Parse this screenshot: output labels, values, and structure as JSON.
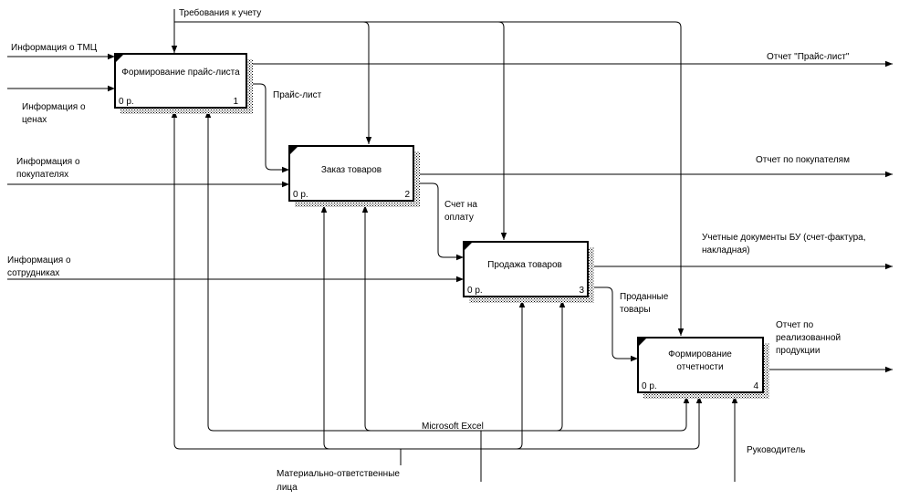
{
  "boxes": [
    {
      "title": "Формирование прайс-листа",
      "cost": "0 р.",
      "num": "1"
    },
    {
      "title": "Заказ товаров",
      "cost": "0 р.",
      "num": "2"
    },
    {
      "title": "Продажа товаров",
      "cost": "0 р.",
      "num": "3"
    },
    {
      "title_line1": "Формирование",
      "title_line2": "отчетности",
      "cost": "0 р.",
      "num": "4"
    }
  ],
  "inputs": {
    "tmc": "Информация о ТМЦ",
    "prices_line1": "Информация о",
    "prices_line2": "ценах",
    "buyers_line1": "Информация о",
    "buyers_line2": "покупателях",
    "staff_line1": "Информация о",
    "staff_line2": "сотрудниках"
  },
  "controls": {
    "accounting": "Требования к учету"
  },
  "flows": {
    "price_list": "Прайс-лист",
    "invoice_line1": "Счет на",
    "invoice_line2": "оплату",
    "sold_line1": "Проданные",
    "sold_line2": "товары"
  },
  "outputs": {
    "price_report": "Отчет \"Прайс-лист\"",
    "buyers_report": "Отчет по покупателям",
    "docs_line1": "Учетные документы БУ (счет-фактура,",
    "docs_line2": "накладная)",
    "sales_line1": "Отчет по",
    "sales_line2": "реализованной",
    "sales_line3": "продукции"
  },
  "mechanisms": {
    "excel": "Microsoft Excel",
    "responsible_line1": "Материально-ответственные",
    "responsible_line2": "лица",
    "manager": "Руководитель"
  }
}
